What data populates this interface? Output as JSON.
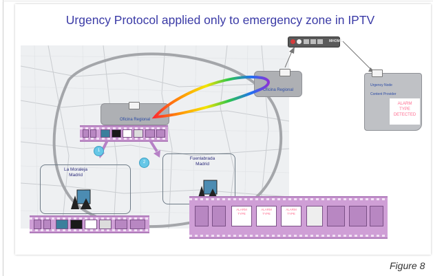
{
  "figure": {
    "title": "Urgency Protocol applied only to emergency zone in IPTV",
    "caption": "Figure 8"
  },
  "nodes": {
    "oficina_left": "Oficina Regional",
    "oficina_right": "Oficina Regional",
    "urgency_node": "Urgency Node",
    "content_provider": "Content Provider",
    "alarm_detected": "ALARM\nTYPE\nDETECTED",
    "router_text": "MHOME"
  },
  "regions": {
    "la_moraleja": "La Moraleja\nMadrid",
    "fuenlabrada": "Fuenlabrada\nMadrid"
  },
  "markers": {
    "marker_1": "1",
    "marker_2": "2"
  },
  "alarm_cells": {
    "cell_1": "ALARM\nTYPE",
    "cell_2": "ALARM\nTYPE",
    "cell_3": "ALARM\nTYPE"
  },
  "colors": {
    "title": "#3a3aa6",
    "strip": "#cf9fd6",
    "marker": "#66c7e7",
    "alarm_text": "#ff6a8e",
    "node_box": "#aeb0b4"
  },
  "icons": {
    "server": "server-icon",
    "tower": "tower-icon",
    "router": "router-icon"
  }
}
